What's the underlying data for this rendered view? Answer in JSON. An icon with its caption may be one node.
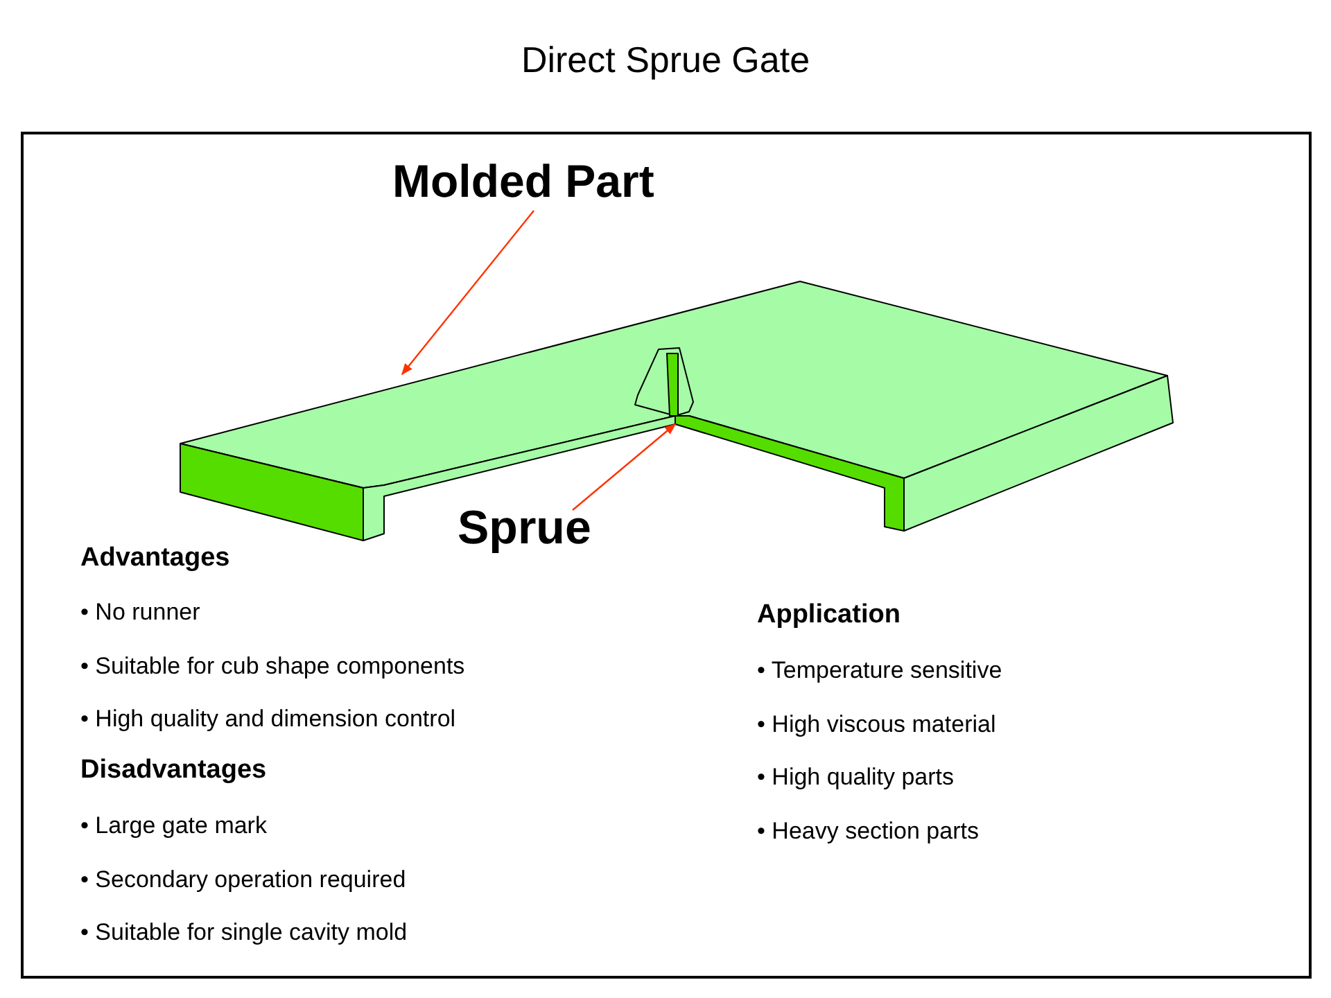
{
  "diagram": {
    "title": "Direct Sprue Gate",
    "nodes": [
      {
        "text": [
          "Molded Part"
        ]
      },
      {
        "text": [],
        "shape": "picture"
      },
      {
        "text": [
          "Sprue"
        ]
      },
      {
        "text": [],
        "shape": "picture",
        "in": 1
      }
    ],
    "edges": [
      {
        "from": 0,
        "to": 1,
        "arrow": "to"
      },
      {
        "from": 2,
        "to": 3,
        "arrow": "to"
      }
    ],
    "labels": [
      "Advantages",
      "• No runner",
      "• Suitable for cub shape components",
      "• High quality and dimension control",
      "Disadvantages",
      "• Large gate mark",
      "• Secondary operation required",
      "• Suitable for single cavity mold",
      "Application",
      "• Temperature sensitive",
      "• High viscous material",
      "• High quality parts",
      "• Heavy section parts"
    ]
  }
}
